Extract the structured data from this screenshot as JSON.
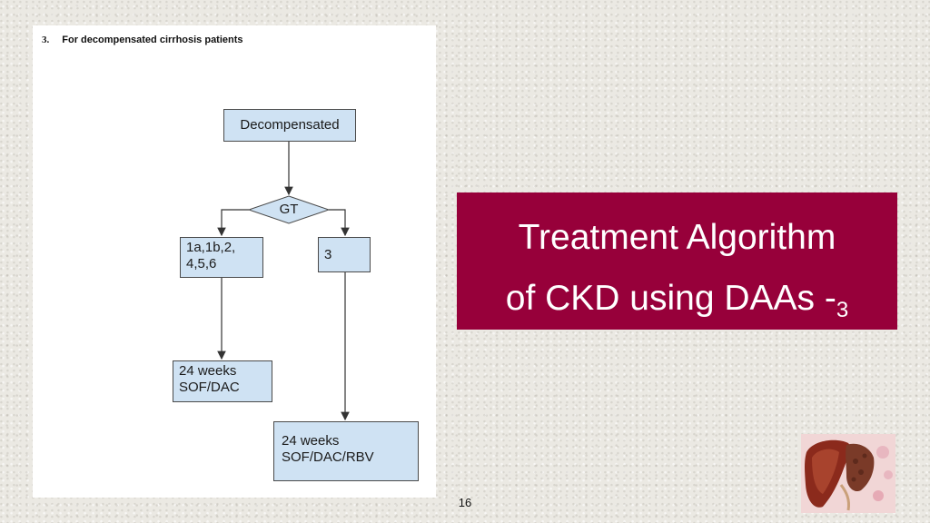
{
  "document": {
    "heading_number": "3.",
    "heading_text": "For decompensated cirrhosis patients"
  },
  "flowchart": {
    "nodes": {
      "start": "Decompensated",
      "decision": "GT",
      "genotypes_other": "1a,1b,2,\n4,5,6",
      "genotype_3": "3",
      "treatment_other": "24 weeks\nSOF/DAC",
      "treatment_3": "24 weeks\nSOF/DAC/RBV"
    },
    "colors": {
      "node_fill": "#cfe2f3",
      "node_border": "#4a4a4a"
    }
  },
  "title": {
    "line1": "Treatment Algorithm",
    "line2": "of CKD using DAAs -",
    "subscript": "3",
    "background": "#97003a",
    "text_color": "#ffffff"
  },
  "footer": {
    "page_number": "16"
  },
  "thumbnail": {
    "icon": "liver-icon"
  }
}
